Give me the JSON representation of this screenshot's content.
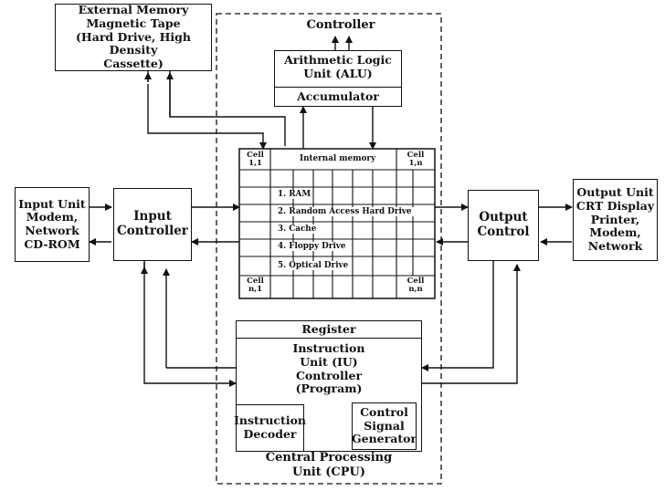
{
  "external_memory": {
    "lines": [
      "External Memory",
      "Magnetic Tape",
      "(Hard Drive, High Density",
      "Cassette)"
    ]
  },
  "controller_label": "Controller",
  "alu": {
    "lines": [
      "Arithmetic Logic",
      "Unit (ALU)"
    ],
    "accumulator": "Accumulator"
  },
  "memory": {
    "cell_tl": [
      "Cell",
      "1,1"
    ],
    "cell_tr": [
      "Cell",
      "1,n"
    ],
    "cell_bl": [
      "Cell",
      "n,1"
    ],
    "cell_br": [
      "Cell",
      "n,n"
    ],
    "header": "Internal memory",
    "items": [
      "1. RAM",
      "2. Random Access Hard Drive",
      "3. Cache",
      "4. Floppy Drive",
      "5. Optical Drive"
    ]
  },
  "input_unit": {
    "lines": [
      "Input Unit",
      "Modem,",
      "Network",
      "CD-ROM"
    ]
  },
  "input_controller": {
    "lines": [
      "Input",
      "Controller"
    ]
  },
  "output_control": {
    "lines": [
      "Output",
      "Control"
    ]
  },
  "output_unit": {
    "lines": [
      "Output Unit",
      "CRT Display",
      "Printer,",
      "Modem,",
      "Network"
    ]
  },
  "register": {
    "header": "Register",
    "iu_lines": [
      "Instruction",
      "Unit (IU)",
      "Controller",
      "(Program)"
    ],
    "decoder_lines": [
      "Instruction",
      "Decoder"
    ],
    "csg_lines": [
      "Control",
      "Signal",
      "Generator"
    ]
  },
  "cpu_label": {
    "lines": [
      "Central Processing",
      "Unit (CPU)"
    ]
  }
}
